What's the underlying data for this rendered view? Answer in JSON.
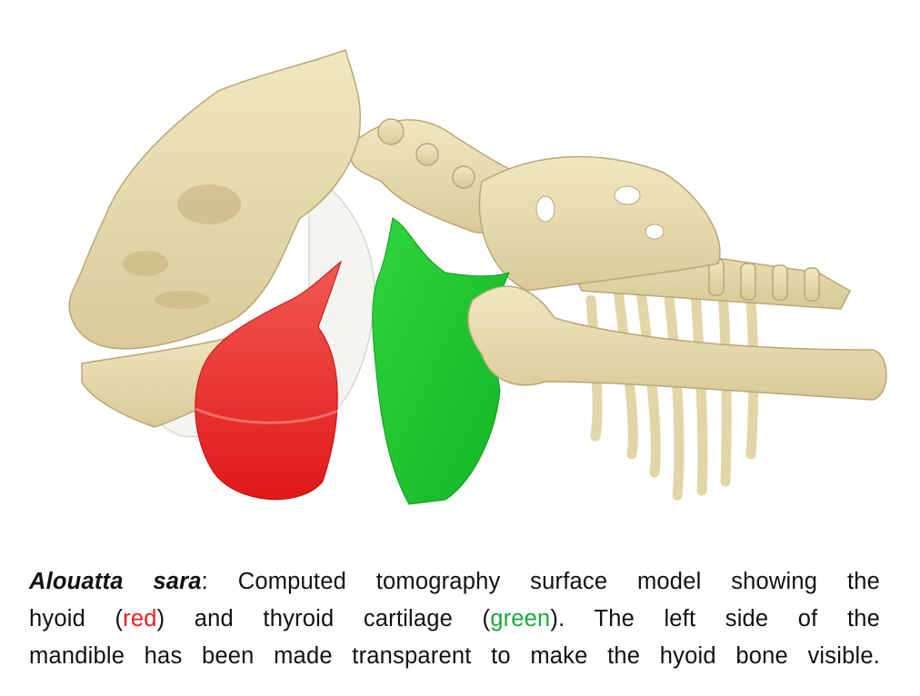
{
  "figure": {
    "description_labels": [],
    "colors": {
      "bone": "#e9ddb0",
      "bone_shadow": "#b8a878",
      "hyoid": "#e82a24",
      "thyroid_cartilage": "#1ec52e",
      "transparent_mandible": "#efefea"
    }
  },
  "caption": {
    "line1": {
      "species": "Alouatta sara",
      "text": ": Computed tomography surface model showing the"
    },
    "line2": {
      "a": "hyoid (",
      "red_word": "red",
      "b": ") and thyroid cartilage (",
      "green_word": "green",
      "c": "). The left side of the"
    },
    "line3": {
      "text": "mandible has been made transparent to make the hyoid bone visible."
    },
    "colors": {
      "red": "#e8201c",
      "green": "#1aa83a"
    }
  }
}
